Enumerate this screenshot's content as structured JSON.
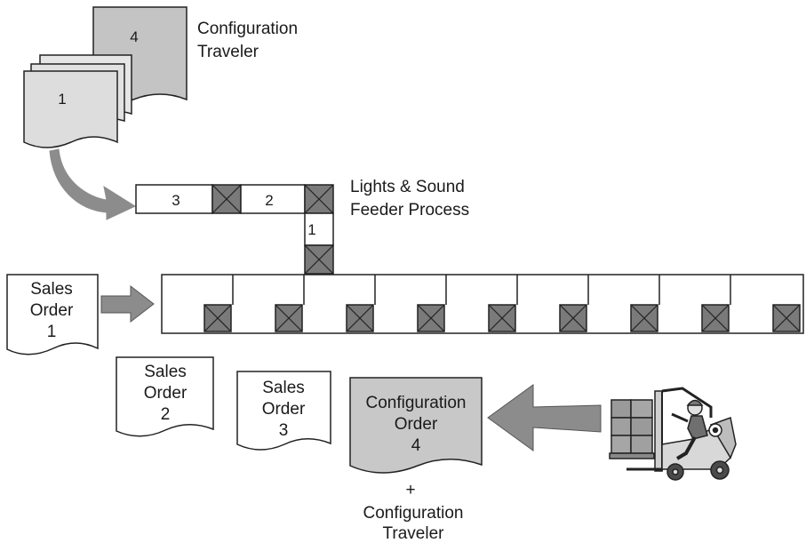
{
  "traveler_stack": {
    "front_number": "1",
    "back_number": "4",
    "label_line1": "Configuration",
    "label_line2": "Traveler"
  },
  "feeder": {
    "box_numbers": [
      "3",
      "2",
      "1"
    ],
    "label_line1": "Lights & Sound",
    "label_line2": "Feeder Process"
  },
  "sales_orders": [
    {
      "line1": "Sales",
      "line2": "Order",
      "line3": "1"
    },
    {
      "line1": "Sales",
      "line2": "Order",
      "line3": "2"
    },
    {
      "line1": "Sales",
      "line2": "Order",
      "line3": "3"
    }
  ],
  "config_order": {
    "line1": "Configuration",
    "line2": "Order",
    "line3": "4"
  },
  "bottom_note": {
    "plus": "+",
    "line1": "Configuration",
    "line2": "Traveler"
  },
  "colors": {
    "doc_gray": "#cfcfcf",
    "doc_gray_dark": "#bdbdbd",
    "arrow_gray": "#8c8c8c",
    "kanban_x": "#7a7a7a",
    "stroke": "#222222"
  },
  "icons": {
    "curved_arrow": "curved-arrow-icon",
    "right_arrow": "right-arrow-icon",
    "left_arrow": "left-arrow-icon",
    "forklift": "forklift-icon"
  }
}
